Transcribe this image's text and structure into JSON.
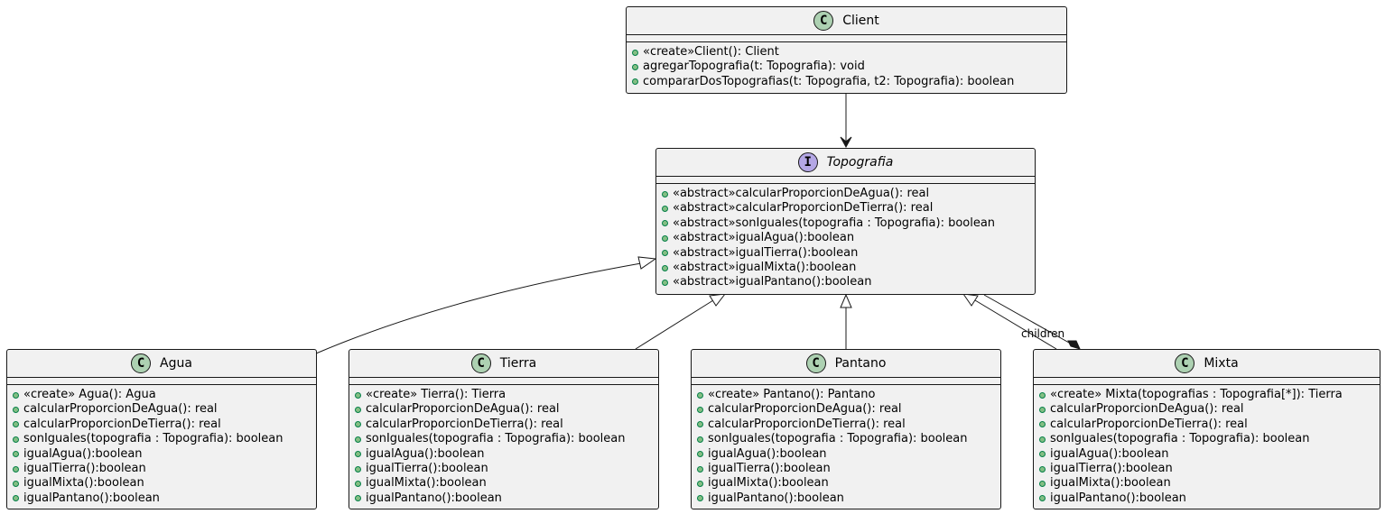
{
  "classes": {
    "client": {
      "name": "Client",
      "badge": "C",
      "badge_color": "#ADD1B2",
      "members": [
        "«create»Client(): Client",
        "agregarTopografia(t: Topografia): void",
        "compararDosTopografias(t: Topografia, t2: Topografia): boolean"
      ]
    },
    "topografia": {
      "name": "Topografia",
      "badge": "I",
      "badge_color": "#B4A7E5",
      "members": [
        "«abstract»calcularProporcionDeAgua(): real",
        "«abstract»calcularProporcionDeTierra(): real",
        "«abstract»sonIguales(topografia : Topografia): boolean",
        "«abstract»igualAgua():boolean",
        "«abstract»igualTierra():boolean",
        "«abstract»igualMixta():boolean",
        "«abstract»igualPantano():boolean"
      ]
    },
    "agua": {
      "name": "Agua",
      "badge": "C",
      "badge_color": "#ADD1B2",
      "members": [
        "«create» Agua(): Agua",
        "calcularProporcionDeAgua(): real",
        "calcularProporcionDeTierra(): real",
        "sonIguales(topografia : Topografia): boolean",
        "igualAgua():boolean",
        "igualTierra():boolean",
        "igualMixta():boolean",
        "igualPantano():boolean"
      ]
    },
    "tierra": {
      "name": "Tierra",
      "badge": "C",
      "badge_color": "#ADD1B2",
      "members": [
        "«create» Tierra(): Tierra",
        "calcularProporcionDeAgua(): real",
        "calcularProporcionDeTierra(): real",
        "sonIguales(topografia : Topografia): boolean",
        "igualAgua():boolean",
        "igualTierra():boolean",
        "igualMixta():boolean",
        "igualPantano():boolean"
      ]
    },
    "pantano": {
      "name": "Pantano",
      "badge": "C",
      "badge_color": "#ADD1B2",
      "members": [
        "«create» Pantano(): Pantano",
        "calcularProporcionDeAgua(): real",
        "calcularProporcionDeTierra(): real",
        "sonIguales(topografia : Topografia): boolean",
        "igualAgua():boolean",
        "igualTierra():boolean",
        "igualMixta():boolean",
        "igualPantano():boolean"
      ]
    },
    "mixta": {
      "name": "Mixta",
      "badge": "C",
      "badge_color": "#ADD1B2",
      "members": [
        "«create» Mixta(topografias : Topografia[*]): Tierra",
        "calcularProporcionDeAgua(): real",
        "calcularProporcionDeTierra(): real",
        "sonIguales(topografia : Topografia): boolean",
        "igualAgua():boolean",
        "igualTierra():boolean",
        "igualMixta():boolean",
        "igualPantano():boolean"
      ]
    }
  },
  "relations": {
    "composition_label": "children"
  }
}
